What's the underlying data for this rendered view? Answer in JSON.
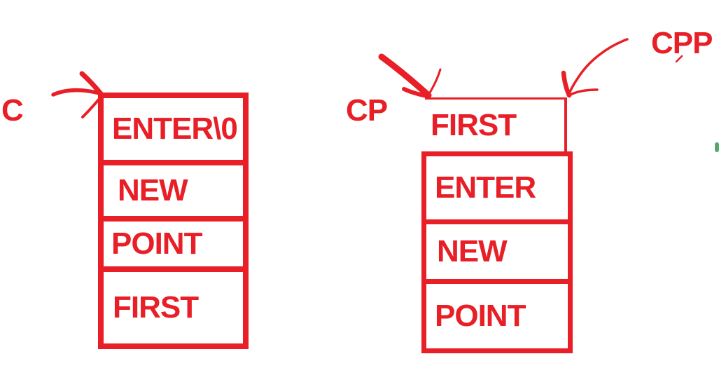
{
  "colors": {
    "ink": "#e81f27",
    "background": "#ffffff",
    "green": "#55a86a"
  },
  "left_stack": {
    "pointer_label": "C",
    "cells": [
      "ENTER\\0",
      "NEW",
      "POINT",
      "FIRST"
    ]
  },
  "right_stack": {
    "cp_pointer_label": "CP",
    "cpp_pointer_label": "CPP",
    "top_cell": "FIRST",
    "cells": [
      "ENTER",
      "NEW",
      "POINT"
    ]
  }
}
